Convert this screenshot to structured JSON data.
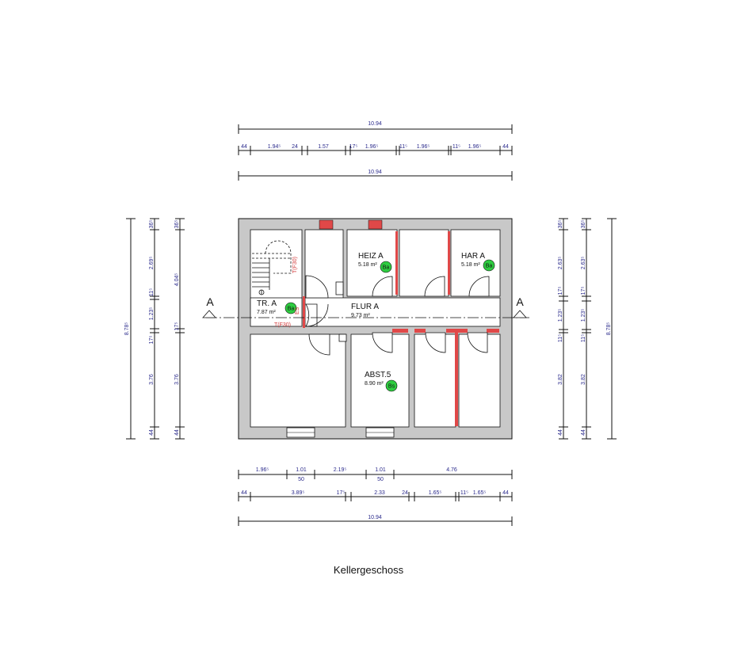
{
  "caption": "Kellergeschoss",
  "section_marks": {
    "left": "A",
    "right": "A"
  },
  "rooms": [
    {
      "name": "TR. A",
      "area": "7.87 m²",
      "badge": "Ba"
    },
    {
      "name": "HEIZ  A",
      "area": "5.18 m²",
      "badge": "Ba"
    },
    {
      "name": "HAR  A",
      "area": "5.18 m²",
      "badge": "Ba"
    },
    {
      "name": "FLUR  A",
      "area": "9.73 m²"
    },
    {
      "name": "ABST.5",
      "area": "8.90 m²",
      "badge": "Bs"
    }
  ],
  "red_notes": {
    "door": "T(F30)",
    "vertical_1": "ES",
    "vertical_2": "T(F30)"
  },
  "dims_top": {
    "overall_a": "10.94",
    "row": [
      "44",
      "1.94⁵",
      "24",
      "1.57",
      "17⁵",
      "1.96⁵",
      "11⁵",
      "1.96⁵",
      "11⁵",
      "1.96⁵",
      "44"
    ],
    "overall_b": "10.94"
  },
  "dims_bottom": {
    "row1": [
      "1.96⁵",
      "1.01",
      "2.19⁵",
      "1.01",
      "4.76"
    ],
    "row1_sub": [
      "50",
      "50"
    ],
    "row2": [
      "44",
      "3.89⁵",
      "17⁵",
      "2.33",
      "24",
      "1.65⁵",
      "11⁵",
      "1.65⁵",
      "44"
    ],
    "overall": "10.94"
  },
  "dims_left": {
    "outer": "8.78⁵",
    "col_a": [
      "36⁵",
      "2.69⁵",
      "11⁵",
      "1.23⁵",
      "17⁵",
      "3.76",
      "44"
    ],
    "col_b": [
      "36⁵",
      "4.04⁵",
      "17⁵",
      "3.76",
      "44"
    ]
  },
  "dims_right": {
    "col_a": [
      "36⁵",
      "2.63⁵",
      "17⁵",
      "1.23⁵",
      "11⁵",
      "3.82",
      "44"
    ],
    "col_b": [
      "36⁵",
      "2.63⁵",
      "17⁵",
      "1.23⁵",
      "11⁵",
      "3.82",
      "44"
    ],
    "outer": "8.78⁵"
  },
  "colors": {
    "wall": "#c8c8c8",
    "chimney": "#e04848",
    "badge": "#2ecc40",
    "dim": "#2b2b8c",
    "red_text": "#d33b3b"
  }
}
